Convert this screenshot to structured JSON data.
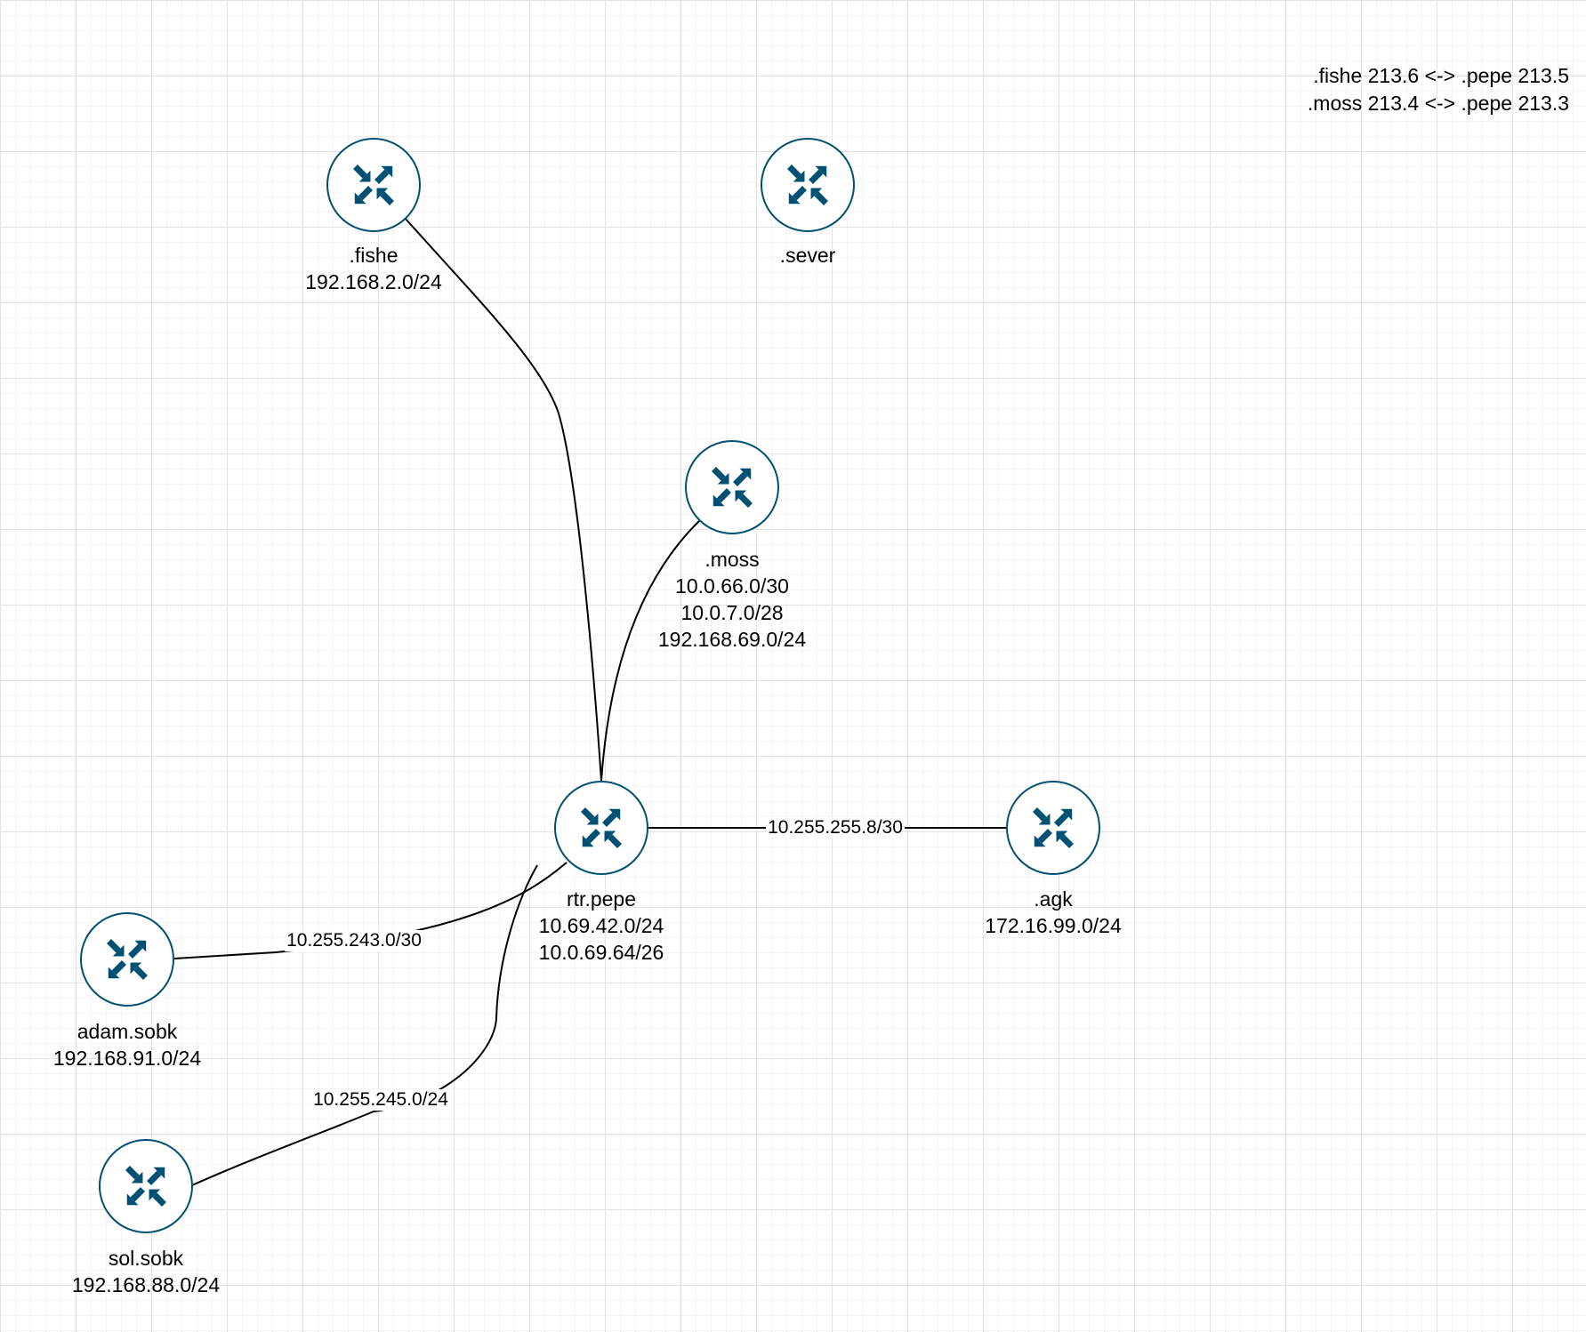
{
  "notes": [
    ".fishe 213.6 <-> .pepe 213.5",
    ".moss 213.4 <-> .pepe 213.3"
  ],
  "node_icon": "router-icon",
  "colors": {
    "router_icon": "#005073",
    "router_border": "#005073",
    "router_fill": "#ffffff",
    "link": "#000000"
  },
  "nodes": [
    {
      "id": "fishe",
      "labels": [
        ".fishe",
        "192.168.2.0/24"
      ]
    },
    {
      "id": "sever",
      "labels": [
        ".sever"
      ]
    },
    {
      "id": "moss",
      "labels": [
        ".moss",
        "10.0.66.0/30",
        "10.0.7.0/28",
        "192.168.69.0/24"
      ]
    },
    {
      "id": "pepe",
      "labels": [
        "rtr.pepe",
        "10.69.42.0/24",
        "10.0.69.64/26"
      ]
    },
    {
      "id": "agk",
      "labels": [
        ".agk",
        "172.16.99.0/24"
      ]
    },
    {
      "id": "adam",
      "labels": [
        "adam.sobk",
        "192.168.91.0/24"
      ]
    },
    {
      "id": "sol",
      "labels": [
        "sol.sobk",
        "192.168.88.0/24"
      ]
    }
  ],
  "links": [
    {
      "from": "fishe",
      "to": "pepe",
      "label": ""
    },
    {
      "from": "moss",
      "to": "pepe",
      "label": ""
    },
    {
      "from": "pepe",
      "to": "agk",
      "label": "10.255.255.8/30"
    },
    {
      "from": "pepe",
      "to": "adam",
      "label": "10.255.243.0/30"
    },
    {
      "from": "pepe",
      "to": "sol",
      "label": "10.255.245.0/24"
    }
  ]
}
